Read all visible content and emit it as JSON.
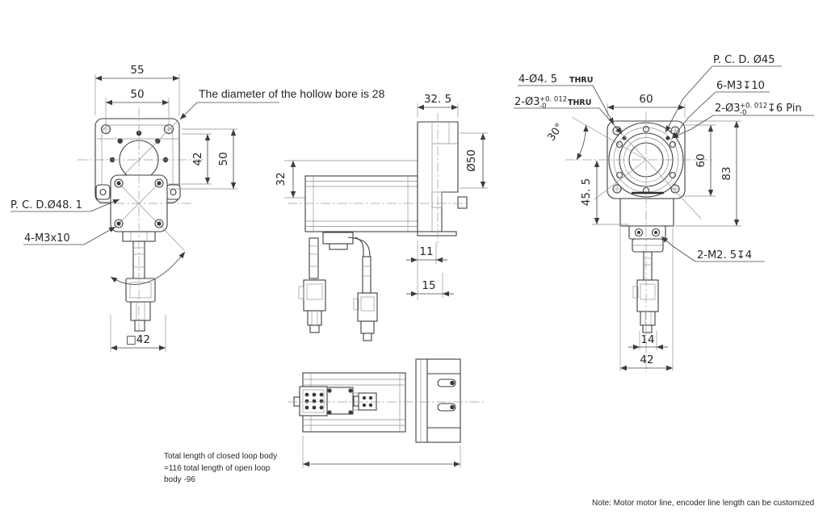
{
  "drawing": {
    "front_view": {
      "dim_top_outer": "55",
      "dim_top_inner": "50",
      "dim_right_inner": "42",
      "dim_right_outer": "50",
      "pcd_label": "P. C. D.Ø48. 1",
      "screws_label": "4-M3x10",
      "dim_square": "□42"
    },
    "side_view": {
      "dim_top": "32. 5",
      "dim_dia": "Ø50",
      "dim_offset": "32",
      "dim_conn1": "11",
      "dim_conn2": "15"
    },
    "rear_view": {
      "pcd_label": "P. C. D. Ø45",
      "corner_label": "4-Ø4. 5",
      "corner_suffix": "THRU",
      "dowel_thru_prefix": "2-Ø3",
      "dowel_thru_sup": "+0. 012",
      "dowel_thru_sub": "-0",
      "dowel_thru_suffix": "THRU",
      "tap_label": "6-M3↧10",
      "dowel_pin_prefix": "2-Ø3",
      "dowel_pin_sup": "+0. 012",
      "dowel_pin_sub": "-0",
      "dowel_pin_suffix": "↧6 Pin",
      "angle": "30°",
      "dim_top": "60",
      "dim_right_inner": "60",
      "dim_right_outer": "83",
      "dim_left": "45. 5",
      "bracket_label": "2-M2. 5↧4",
      "dim_conn": "14",
      "dim_body": "42"
    },
    "notes": {
      "hollow_bore": "The diameter of the hollow bore is 28",
      "total_length_1": "Total length of closed loop body",
      "total_length_2": "=116 total length of open loop",
      "total_length_3": "body -96",
      "footer": "Note: Motor motor line, encoder line length can be customized"
    }
  }
}
